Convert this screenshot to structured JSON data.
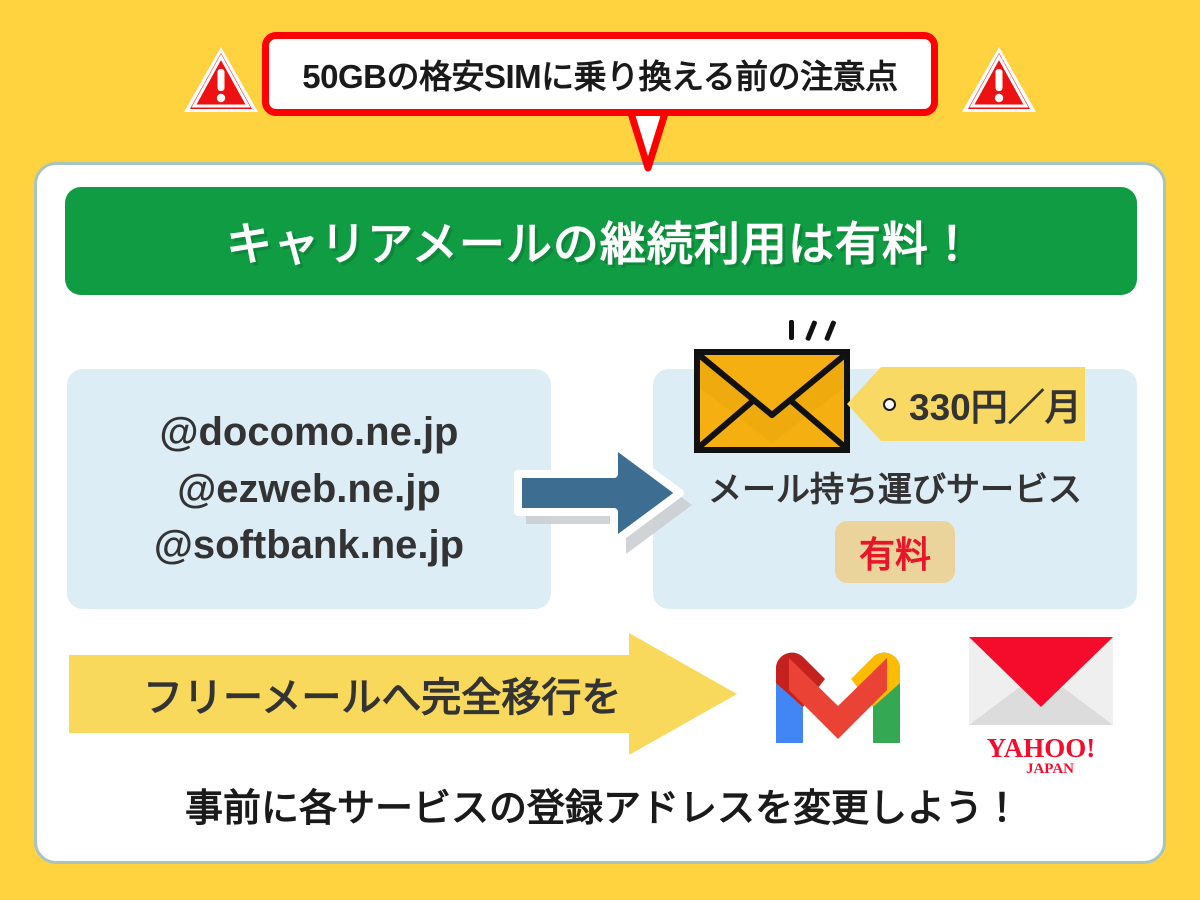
{
  "background_color": "#FFD23F",
  "top_banner": {
    "headline": "50GBの格安SIMに乗り換える前の注意点",
    "bubble_border_color": "#FF0000",
    "warning_icon_left": "warning-triangle-icon",
    "warning_icon_right": "warning-triangle-icon"
  },
  "card": {
    "headline_bar": {
      "text": "キャリアメールの継続利用は有料！",
      "background_color": "#109C43",
      "text_color": "#FFFFFF"
    },
    "carrier_addresses": {
      "panel_color": "#DDEDF5",
      "items": [
        "@docomo.ne.jp",
        "@ezweb.ne.jp",
        "@softbank.ne.jp"
      ]
    },
    "transition_arrow": {
      "icon": "right-arrow-icon",
      "color": "#3D6E91"
    },
    "paid_service": {
      "panel_color": "#DDEDF5",
      "envelope_icon": "envelope-icon",
      "price_tag": "330円／月",
      "service_name": "メール持ち運びサービス",
      "paid_badge": "有料",
      "paid_badge_text_color": "#E8152B",
      "paid_badge_background": "#EBD49B"
    },
    "cta": {
      "text": "フリーメールへ完全移行を",
      "arrow_color": "#F8D95C"
    },
    "free_mail_services": [
      {
        "name": "Gmail",
        "icon": "gmail-logo-icon"
      },
      {
        "name": "Yahoo! JAPAN メール",
        "icon": "yahoo-japan-mail-icon",
        "wordmark": "YAHOO!",
        "sub_wordmark": "JAPAN"
      }
    ],
    "footer_note": "事前に各サービスの登録アドレスを変更しよう！"
  }
}
